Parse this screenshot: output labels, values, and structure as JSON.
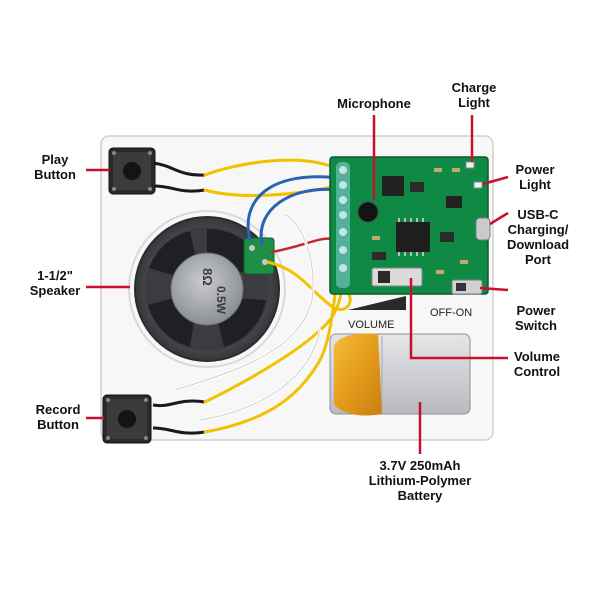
{
  "callouts": {
    "charge_light": [
      "Charge",
      "Light"
    ],
    "microphone": [
      "Microphone"
    ],
    "play_button": [
      "Play",
      "Button"
    ],
    "power_light": [
      "Power",
      "Light"
    ],
    "usbc_port": [
      "USB-C",
      "Charging/",
      "Download",
      "Port"
    ],
    "speaker": [
      "1-1/2\"",
      "Speaker"
    ],
    "power_switch": [
      "Power",
      "Switch"
    ],
    "volume_control": [
      "Volume",
      "Control"
    ],
    "record_button": [
      "Record",
      "Button"
    ],
    "battery": [
      "3.7V 250mAh",
      "Lithium-Polymer",
      "Battery"
    ]
  },
  "board": {
    "volume_text": "VOLUME",
    "switch_text": "OFF-ON",
    "speaker_marking": [
      "8Ω",
      "0.5W"
    ]
  },
  "colors": {
    "callout_line": "#c8102e",
    "pcb_green": "#0f8a45",
    "wire_yellow": "#f2c200",
    "wire_blue": "#2a63b5",
    "wire_red": "#c0282d",
    "battery_gold": "#e7a21c"
  }
}
